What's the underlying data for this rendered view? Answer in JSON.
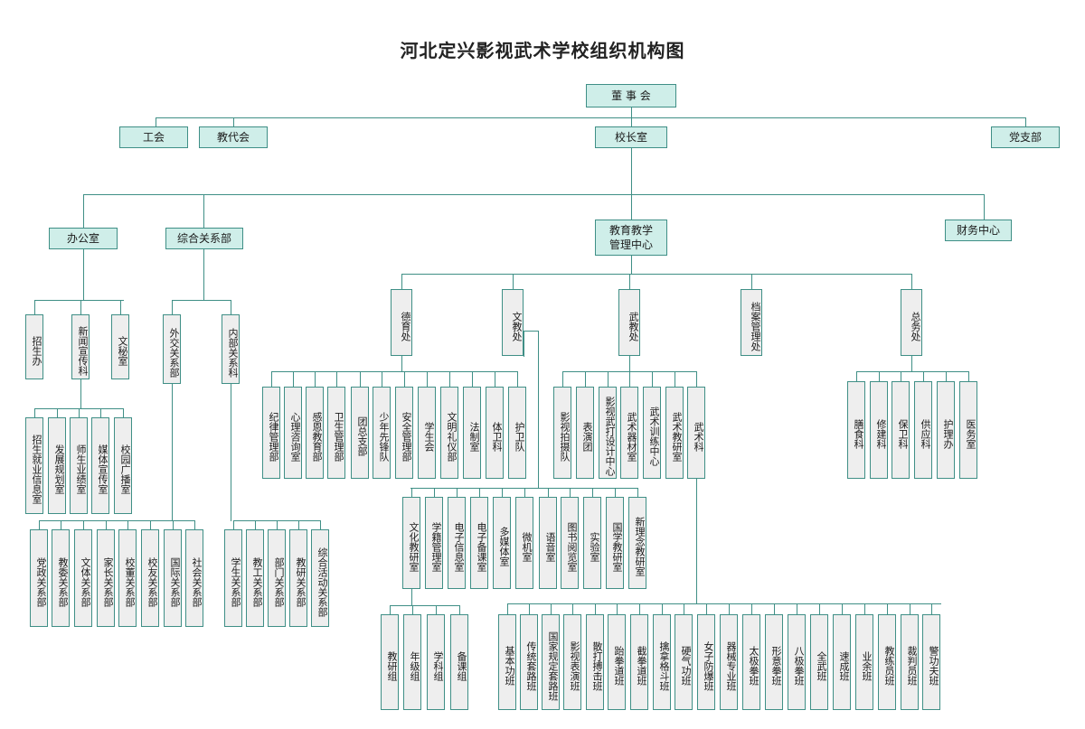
{
  "title": "河北定兴影视武术学校组织机构图",
  "colors": {
    "box_fill_top": "#cfeee9",
    "box_fill_vertical": "#eeeeee",
    "line": "#3f8f86"
  },
  "nodes": {
    "board": "董 事 会",
    "union": "工会",
    "staff_congress": "教代会",
    "principal_office": "校长室",
    "party_branch": "党支部",
    "office": "办公室",
    "general_relations": "综合关系部",
    "teaching_center": "教育教学\n管理中心",
    "finance_center": "财务中心",
    "office_children": [
      "招生办",
      "新闻宣传科",
      "文秘室"
    ],
    "recruit_children": [
      "招生就业信息室",
      "发展规划室",
      "师生业绩室",
      "媒体宣传室",
      "校园广播室"
    ],
    "general_children": [
      "外交关系部",
      "内部关系科"
    ],
    "external_children": [
      "党政关系部",
      "教委关系部",
      "文体关系部",
      "家长关系部",
      "校董关系部",
      "校友关系部",
      "国际关系部",
      "社会关系部"
    ],
    "internal_children": [
      "学生关系部",
      "教工关系部",
      "部门关系部",
      "教研关系部",
      "综合活动关系部"
    ],
    "teaching_children": [
      "德育处",
      "文教处",
      "武教处",
      "档案管理处",
      "总务处"
    ],
    "moral_children": [
      "纪律管理部",
      "心理咨询室",
      "感恩教育部",
      "卫生管理部",
      "团总支部",
      "少年先锋队",
      "安全管理部",
      "学生会",
      "文明礼仪部",
      "法制室",
      "体卫科",
      "护卫队"
    ],
    "culture_children": [
      "文化教研室",
      "学籍管理室",
      "电子信息室",
      "电子备课室",
      "多媒体室",
      "微机室",
      "语音室",
      "图书阅览室",
      "实验室",
      "国学教研室",
      "新理念教研室"
    ],
    "culture_research_children": [
      "教研组",
      "年级组",
      "学科组",
      "备课组"
    ],
    "martial_children": [
      "影视拍摄队",
      "表演团",
      "影视武打设计中心",
      "武术器材室",
      "武术训练中心",
      "武术教研室",
      "武术科"
    ],
    "martial_classes": [
      "基本功班",
      "传统套路班",
      "国家规定套路班",
      "影视表演班",
      "散打搏击班",
      "跆拳道班",
      "截拳道班",
      "擒拿格斗班",
      "硬气功班",
      "女子防爆班",
      "器械专业班",
      "太极拳班",
      "形意拳班",
      "八极拳班",
      "全武班",
      "速成班",
      "业余班",
      "教练员班",
      "裁判员班",
      "警功夫班"
    ],
    "general_affairs_children": [
      "膳食科",
      "修建科",
      "保卫科",
      "供应科",
      "护理办",
      "医务室"
    ]
  }
}
